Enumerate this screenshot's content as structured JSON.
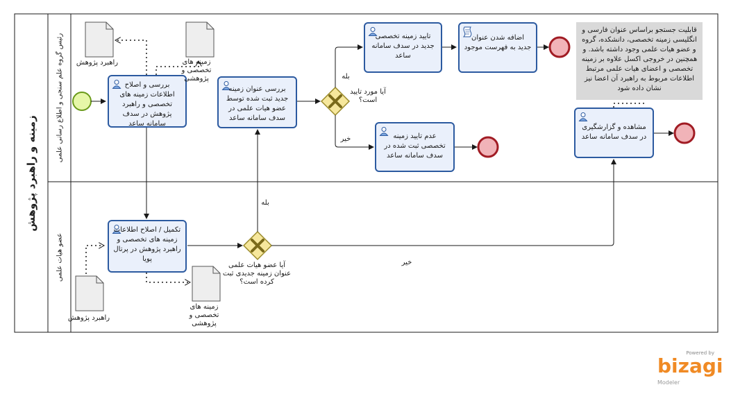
{
  "pool": {
    "title": "زمینه و راهبرد پژوهش"
  },
  "lanes": {
    "top": {
      "title": "رئیس گروه علم سنجی و اطلاع رسانی علمی"
    },
    "bottom": {
      "title": "عضو هیات علمی"
    }
  },
  "tasks": {
    "complete_portal": "تکمیل / اصلاح اطلاعات زمینه های تخصصی و راهبرد پژوهش در پرتال پویا",
    "review_correct": "بررسی و اصلاح اطلاعات زمینه های تخصصی و راهبرد پژوهش در سدف سامانه ساعد",
    "review_new_title": "بررسی عنوان زمینه جدید ثبت شده توسط عضو هیات علمی در سدف سامانه ساعد",
    "approve_new": "تایید زمینه تخصصی جدید در سدف سامانه ساعد",
    "reject_new": "عدم تایید زمینه تخصصی ثبت شده در سدف سامانه ساعد",
    "add_to_list": "اضافه شدن عنوان جدید به فهرست موجود",
    "view_report": "مشاهده و گزارشگیری در سدف سامانه ساعد"
  },
  "gateways": {
    "registered_new": "آیا عضو هیات علمی عنوان زمینه جدیدی ثبت کرده است؟",
    "approved": "آیا مورد تایید است؟"
  },
  "flow_labels": {
    "yes_top": "بله",
    "no_top": "خیر",
    "yes_bottom": "بله",
    "no_bottom": "خیر"
  },
  "artifacts": {
    "research_strategy_top": "راهبرد پژوهش",
    "specialty_top": "زمینه های تخصصی و پژوهشی",
    "research_strategy_bottom": "راهبرد پژوهش",
    "specialty_bottom": "زمینه های تخصصی و پژوهشی"
  },
  "annotation": "قابلیت جستجو براساس عنوان فارسی و انگلیسی زمینه تخصصی، دانشکده، گروه و عضو هیات علمی وجود داشته باشد. و همچنین در خروجی اکسل علاوه بر زمینه تخصصی و اعضای هیات علمی مرتبط اطلاعات مربوط به راهبرد آن اعضا نیز نشان داده شود",
  "branding": {
    "powered_by": "Powered by",
    "name": "bizagi",
    "product": "Modeler"
  },
  "colors": {
    "task_fill": "#eaf0fb",
    "task_border": "#2c5aa0",
    "start_fill": "#e6f7a8",
    "start_border": "#6a9a1a",
    "end_fill": "#f1b3b8",
    "end_border": "#a11c24",
    "gateway_fill": "#f6e79c",
    "gateway_border": "#9a8a2a",
    "gateway_x": "#7a6a1a",
    "annotation_bg": "#d9d9d9",
    "brand": "#f08a24"
  }
}
